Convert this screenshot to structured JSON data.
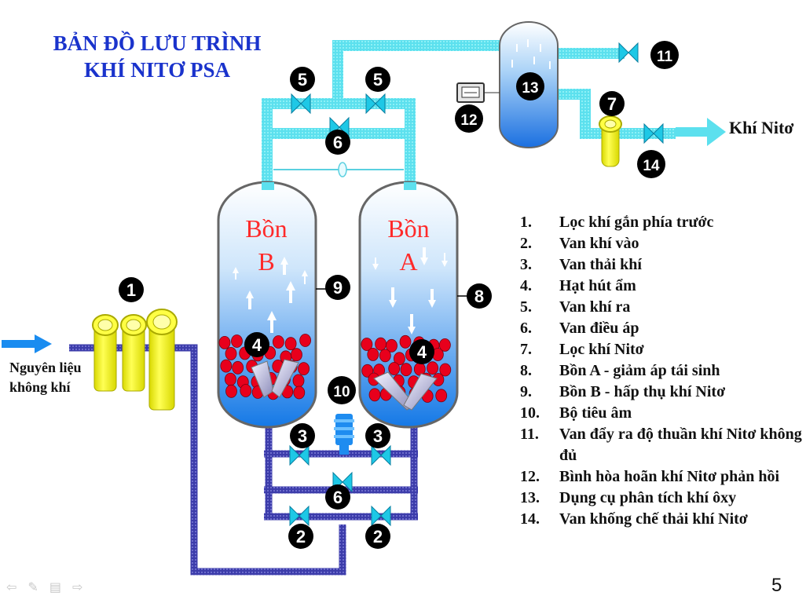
{
  "title": [
    "BẢN ĐỒ LƯU TRÌNH",
    "KHÍ NITƠ PSA"
  ],
  "feed_label": [
    "Nguyên liệu",
    "không khí"
  ],
  "output_label": "Khí Nitơ",
  "tanks": {
    "b": [
      "Bồn",
      "B"
    ],
    "a": [
      "Bồn",
      "A"
    ]
  },
  "badges": {
    "prefilter": "1",
    "inlet_valve": "2",
    "exhaust_valve": "3",
    "adsorbent": "4",
    "outlet_valve": "5",
    "regulator_valve": "6",
    "n2_filter": "7",
    "tank_a": "8",
    "tank_b": "9",
    "silencer": "10",
    "vent_valve": "11",
    "buffer_tank": "12",
    "analyzer": "13",
    "control_valve": "14"
  },
  "legend": [
    {
      "num": "1.",
      "text": "Lọc khí gắn phía trước"
    },
    {
      "num": "2.",
      "text": "Van khí vào"
    },
    {
      "num": "3.",
      "text": "Van thải khí"
    },
    {
      "num": "4.",
      "text": "Hạt hút ẩm"
    },
    {
      "num": "5.",
      "text": "Van khí ra"
    },
    {
      "num": "6.",
      "text": "Van điều áp"
    },
    {
      "num": "7.",
      "text": "Lọc khí Nitơ"
    },
    {
      "num": "8.",
      "text": "Bồn A - giảm áp tái sinh"
    },
    {
      "num": "9.",
      "text": "Bồn B - hấp thụ khí Nitơ"
    },
    {
      "num": "10.",
      "text": "Bộ tiêu âm"
    },
    {
      "num": "11.",
      "text": "Van đẩy ra độ thuần khí Nitơ không đủ"
    },
    {
      "num": "12.",
      "text": "Bình hòa hoãn khí Nitơ phản hồi"
    },
    {
      "num": "13.",
      "text": "Dụng cụ phân tích khí ôxy"
    },
    {
      "num": "14.",
      "text": "Van khống chế thải khí Nitơ"
    }
  ],
  "page_number": "5",
  "colors": {
    "title": "#1a33cc",
    "pipe_top": "#5ce0ee",
    "pipe_bottom": "#3c3caa",
    "valve": "#1ec8e6",
    "filter": "#ffff22",
    "bead": "#e8001c",
    "tank_label": "#ff2a2a",
    "badge": "#000000"
  },
  "nav_icons": [
    "arrow-left-icon",
    "pen-icon",
    "menu-icon",
    "arrow-right-icon"
  ]
}
